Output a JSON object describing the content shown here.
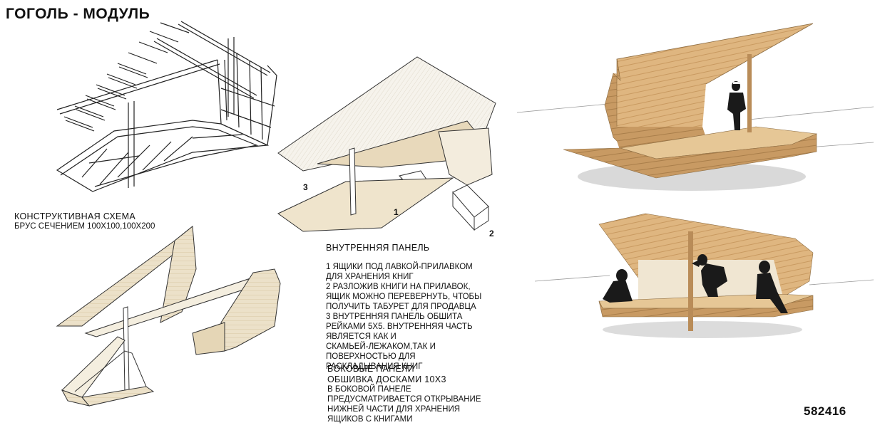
{
  "header": {
    "title": "ГОГОЛЬ - МОДУЛЬ"
  },
  "frame_caption": {
    "line1": "КОНСТРУКТИВНАЯ СХЕМА",
    "line2": "БРУС СЕЧЕНИЕМ 100Х100,100Х200"
  },
  "panel_labels": {
    "n1": "1",
    "n2": "2",
    "n3": "3"
  },
  "inner_panel": {
    "heading": "ВНУТРЕННЯЯ ПАНЕЛЬ",
    "lines": [
      "1 ЯЩИКИ ПОД ЛАВКОЙ-ПРИЛАВКОМ",
      "ДЛЯ ХРАНЕНИЯ КНИГ",
      "2 РАЗЛОЖИВ КНИГИ НА ПРИЛАВОК,",
      "ЯЩИК МОЖНО ПЕРЕВЕРНУТЬ, ЧТОБЫ",
      "ПОЛУЧИТЬ ТАБУРЕТ ДЛЯ ПРОДАВЦА",
      "3 ВНУТРЕННЯЯ ПАНЕЛЬ ОБШИТА",
      "РЕЙКАМИ 5Х5. ВНУТРЕННЯЯ ЧАСТЬ",
      "ЯВЛЯЕТСЯ КАК И",
      "СКАМЬЕЙ-ЛЕЖАКОМ,ТАК И",
      "ПОВЕРХНОСТЬЮ ДЛЯ",
      "РАСКЛАДЫВАНИЯ КНИГ"
    ]
  },
  "side_panels": {
    "heading1": "БОКОВЫЕ ПАНЕЛИ",
    "heading2": "ОБШИВКА ДОСКАМИ 10Х3",
    "lines": [
      "В БОКОВОЙ ПАНЕЛЕ",
      "ПРЕДУСМАТРИВАЕТСЯ ОТКРЫВАНИЕ",
      "НИЖНЕЙ ЧАСТИ ДЛЯ ХРАНЕНИЯ",
      "ЯЩИКОВ С КНИГАМИ"
    ]
  },
  "footer": {
    "id": "582416"
  },
  "colors": {
    "wood_light": "#e9dcc0",
    "wood_mid": "#d9b98a",
    "wood_dark": "#b98c58",
    "line": "#222222",
    "silhouette": "#1a1a1a"
  }
}
